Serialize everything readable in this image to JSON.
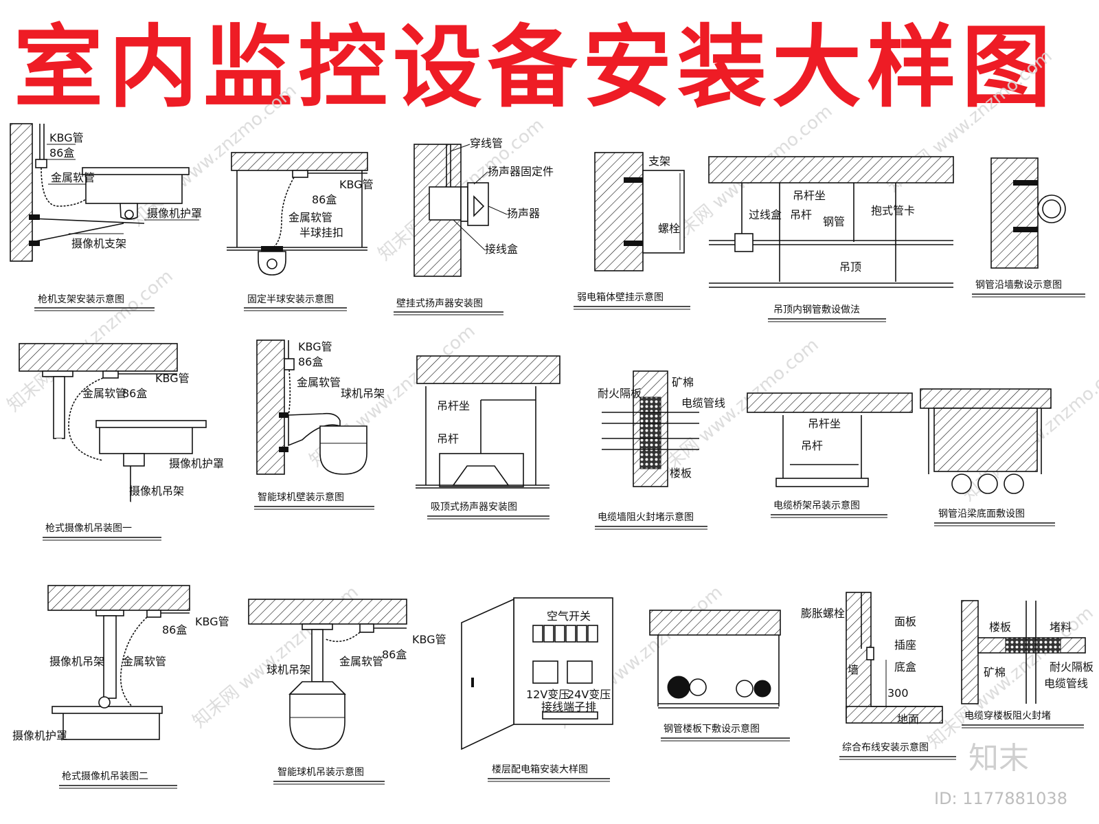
{
  "title": "室内监控设备安装大样图",
  "panels": {
    "p1": {
      "caption": "枪机支架安装示意图",
      "labels": [
        "KBG管",
        "86盒",
        "金属软管",
        "摄像机护罩",
        "摄像机支架"
      ]
    },
    "p2": {
      "caption": "固定半球安装示意图",
      "labels": [
        "KBG管",
        "86盒",
        "金属软管",
        "半球挂扣"
      ]
    },
    "p3": {
      "caption": "壁挂式扬声器安装图",
      "labels": [
        "穿线管",
        "扬声器固定件",
        "扬声器",
        "接线盒"
      ]
    },
    "p4": {
      "caption": "弱电箱体壁挂示意图",
      "labels": [
        "支架",
        "螺栓"
      ]
    },
    "p5": {
      "caption": "吊顶内钢管敷设做法",
      "labels": [
        "吊杆坐",
        "吊杆",
        "过线盒",
        "钢管",
        "抱式管卡",
        "吊顶"
      ]
    },
    "p6": {
      "caption": "钢管沿墙敷设示意图",
      "labels": []
    },
    "p7": {
      "caption": "枪式摄像机吊装图一",
      "labels": [
        "金属软管",
        "86盒",
        "KBG管",
        "摄像机护罩",
        "摄像机吊架"
      ]
    },
    "p8": {
      "caption": "智能球机壁装示意图",
      "labels": [
        "KBG管",
        "86盒",
        "金属软管",
        "球机吊架"
      ]
    },
    "p9": {
      "caption": "吸顶式扬声器安装图",
      "labels": [
        "吊杆坐",
        "吊杆"
      ]
    },
    "p10": {
      "caption": "电缆墙阻火封堵示意图",
      "labels": [
        "耐火隔板",
        "矿棉",
        "电缆管线",
        "楼板"
      ]
    },
    "p11": {
      "caption": "电缆桥架吊装示意图",
      "labels": [
        "吊杆坐",
        "吊杆"
      ]
    },
    "p12": {
      "caption": "钢管沿梁底面敷设图",
      "labels": []
    },
    "p13": {
      "caption": "枪式摄像机吊装图二",
      "labels": [
        "86盒",
        "KBG管",
        "摄像机吊架",
        "金属软管",
        "摄像机护罩"
      ]
    },
    "p14": {
      "caption": "智能球机吊装示意图",
      "labels": [
        "KBG管",
        "86盒",
        "球机吊架",
        "金属软管"
      ]
    },
    "p15": {
      "caption": "楼层配电箱安装大样图",
      "labels": [
        "空气开关",
        "12V变压",
        "24V变压",
        "接线端子排"
      ]
    },
    "p16": {
      "caption": "钢管楼板下敷设示意图",
      "labels": []
    },
    "p17": {
      "caption": "综合布线安装示意图",
      "labels": [
        "膨胀螺栓",
        "面板",
        "插座",
        "底盒",
        "墙",
        "300",
        "地面"
      ]
    },
    "p18": {
      "caption": "电缆穿楼板阻火封堵",
      "labels": [
        "楼板",
        "堵料",
        "矿棉",
        "耐火隔板",
        "电缆管线"
      ]
    }
  },
  "watermark": {
    "brand": "知末",
    "site": "知末网 www.znzmo.com",
    "id": "ID: 1177881038"
  }
}
